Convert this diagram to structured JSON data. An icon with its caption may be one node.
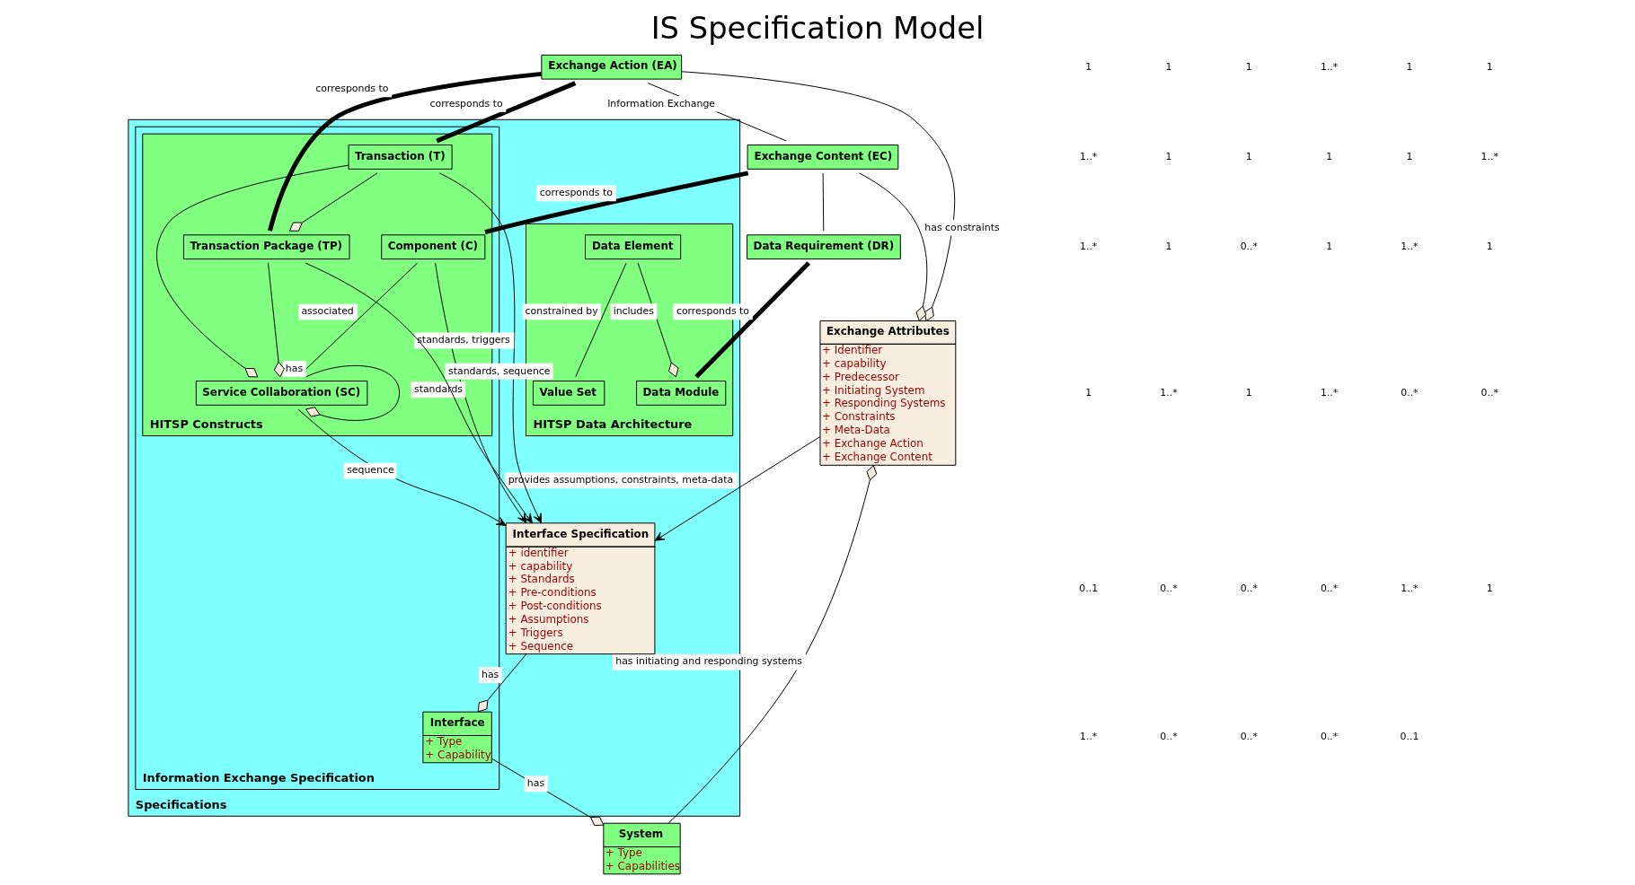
{
  "diagram": {
    "title": "IS Specification Model",
    "nodes": [
      {
        "text": [
          "Exchange Action (EA)"
        ]
      },
      {
        "text": [
          "Exchange Content (EC)"
        ]
      },
      {
        "text": [
          "Data Requirement (DR)"
        ]
      },
      {
        "text": [
          "System",
          "+ Type",
          "+ Capabilities"
        ]
      },
      {
        "text": [
          "Exchange Attributes",
          "+ Identifier",
          "+ capability",
          "+ Predecessor",
          "+ Initiating System",
          "+ Responding Systems",
          "+ Constraints",
          "+ Meta-Data",
          "+ Exchange Action",
          "+ Exchange Content"
        ]
      },
      {
        "text": [
          "Specifications"
        ]
      },
      {
        "text": [
          "HITSP Data Architecture"
        ],
        "in": 5
      },
      {
        "text": [
          "Data Module"
        ],
        "in": 6
      },
      {
        "text": [
          "Data Element"
        ],
        "in": 6
      },
      {
        "text": [
          "Value Set"
        ],
        "in": 6
      },
      {
        "text": [
          "Information Exchange Specification"
        ],
        "in": 5
      },
      {
        "text": [
          "Interface",
          "+ Type",
          "+ Capability"
        ],
        "in": 10
      },
      {
        "text": [
          "HITSP Constructs"
        ],
        "in": 10
      },
      {
        "text": [
          "Component (C)"
        ],
        "in": 12
      },
      {
        "text": [
          "Service Collaboration (SC)"
        ],
        "in": 12
      },
      {
        "text": [
          "Transaction (T)"
        ],
        "in": 12
      },
      {
        "text": [
          "Transaction Package (TP)"
        ],
        "in": 12
      },
      {
        "text": [
          "Interface Specification",
          "+ identifier",
          "+ capability",
          "+ Standards",
          "+ Pre-conditions",
          "+ Post-conditions",
          "+ Assumptions",
          "+ Triggers",
          "+ Sequence"
        ],
        "in": 5
      }
    ],
    "edges": [
      {
        "from": 0,
        "to": 1,
        "arrow": "none",
        "label": "Information Exchange"
      },
      {
        "from": 0,
        "to": 4,
        "arrow": "other"
      },
      {
        "from": 1,
        "to": 4,
        "arrow": "other",
        "label": "has constraints"
      },
      {
        "from": 3,
        "to": 4,
        "arrow": "other",
        "label": "has initiating and responding systems"
      },
      {
        "from": 1,
        "to": 2,
        "arrow": "none"
      },
      {
        "from": 2,
        "to": 7,
        "arrow": "none",
        "label": "corresponds to",
        "style": "thick"
      },
      {
        "from": 1,
        "to": 13,
        "arrow": "none",
        "label": "corresponds to",
        "style": "thick"
      },
      {
        "from": 0,
        "to": 15,
        "arrow": "none",
        "label": "corresponds to",
        "style": "thick"
      },
      {
        "from": 0,
        "to": 16,
        "arrow": "none",
        "label": "corresponds to",
        "style": "thick"
      },
      {
        "from": 11,
        "to": 3,
        "arrow": "other",
        "label": "has"
      },
      {
        "from": 17,
        "to": 11,
        "arrow": "other",
        "label": "has"
      },
      {
        "from": 4,
        "to": 17,
        "arrow": "to",
        "label": "provides assumptions, constraints, meta-data"
      },
      {
        "from": 8,
        "to": 7,
        "arrow": "other",
        "label": "includes"
      },
      {
        "from": 8,
        "to": 9,
        "arrow": "none",
        "label": "constrained by"
      },
      {
        "from": 13,
        "to": 14,
        "arrow": "none",
        "label": "associated"
      },
      {
        "from": 13,
        "to": 17,
        "arrow": "to",
        "label": "standards"
      },
      {
        "from": 14,
        "to": 17,
        "arrow": "to",
        "label": "sequence"
      },
      {
        "from": 15,
        "to": 14,
        "arrow": "other"
      },
      {
        "from": 14,
        "to": 14,
        "arrow": "other",
        "label": "has"
      },
      {
        "from": 15,
        "to": 17,
        "arrow": "to",
        "label": "standards, triggers"
      },
      {
        "from": 16,
        "to": 14,
        "arrow": "other"
      },
      {
        "from": 15,
        "to": 16,
        "arrow": "other"
      },
      {
        "from": 16,
        "to": 17,
        "arrow": "to",
        "label": "standards, sequence"
      }
    ],
    "labels": [
      "1",
      "1",
      "1",
      "1..*",
      "1",
      "1",
      "1..*",
      "1",
      "1",
      "1",
      "1",
      "1..*",
      "1..*",
      "1",
      "0..*",
      "1",
      "1..*",
      "1",
      "1",
      "1..*",
      "1",
      "1..*",
      "0..*",
      "0..*",
      "0..1",
      "0..*",
      "0..*",
      "0..*",
      "1..*",
      "1",
      "1..*",
      "0..*",
      "0..*",
      "0..*",
      "0..1"
    ]
  }
}
